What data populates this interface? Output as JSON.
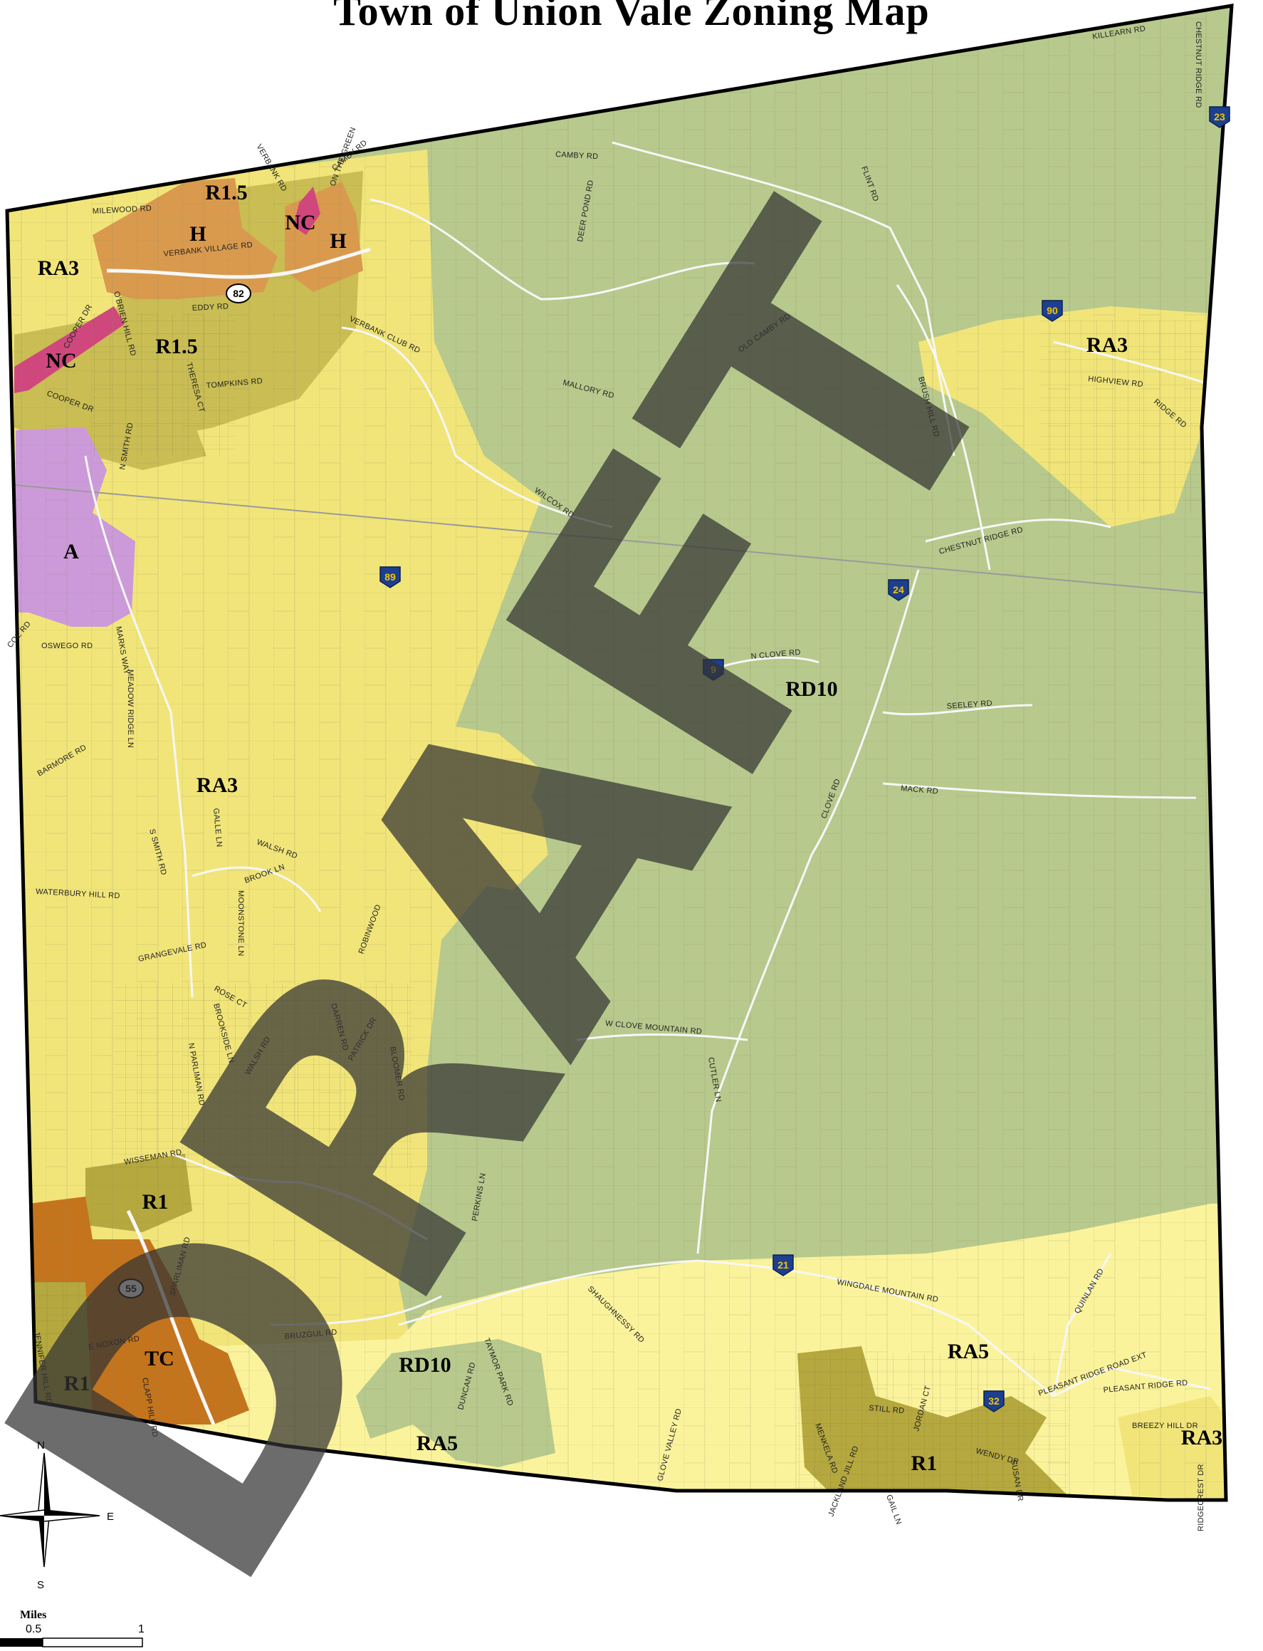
{
  "title": "Town of Union Vale Zoning Map",
  "colors": {
    "RD10": "#b7c98d",
    "RA3": "#f1e57a",
    "RA5": "#fbf39c",
    "R1.5": "#c9bd54",
    "R1": "#b5a83e",
    "H": "#d99a4e",
    "NC": "#d0477e",
    "A": "#cc9ad9",
    "TC": "#c4741d",
    "boundary": "#000000",
    "parcel": "#7a7a52",
    "road": "#f4f4f4"
  },
  "zones": [
    {
      "code": "RA3"
    },
    {
      "code": "R1.5"
    },
    {
      "code": "H"
    },
    {
      "code": "NC"
    },
    {
      "code": "H"
    },
    {
      "code": "NC"
    },
    {
      "code": "R1.5"
    },
    {
      "code": "RA3"
    },
    {
      "code": "A"
    },
    {
      "code": "RA3"
    },
    {
      "code": "RD10"
    },
    {
      "code": "R1"
    },
    {
      "code": "TC"
    },
    {
      "code": "R1"
    },
    {
      "code": "RD10"
    },
    {
      "code": "RA5"
    },
    {
      "code": "RA5"
    },
    {
      "code": "R1"
    },
    {
      "code": "RA3"
    }
  ],
  "roads": [
    "KILLEARN RD",
    "CHESTNUT RIDGE RD",
    "CAMBY RD",
    "VERBANK RD",
    "CAMBY RD",
    "MILEWOOD RD",
    "ON THE GREEN",
    "VERBANK VILLAGE RD",
    "EDDY RD",
    "O'BRIEN HILL RD",
    "COOPER DR",
    "COOPER DR",
    "THERESA CT",
    "TOMPKINS RD",
    "VERBANK CLUB RD",
    "DEER POND RD",
    "FLINT RD",
    "OLD CAMBY RD",
    "MALLORY RD",
    "BRUSH HILL RD",
    "HIGHVIEW RD",
    "RIDGE RD",
    "CHESTNUT RIDGE RD",
    "WILCOX RD",
    "N SMITH RD",
    "COE RD",
    "OSWEGO RD",
    "MARKS WAY",
    "MEADOW RIDGE LN",
    "N CLOVE RD",
    "SEELEY RD",
    "BARMORE RD",
    "MACK RD",
    "CLOVE RD",
    "GALLE LN",
    "WALSH RD",
    "S SMITH RD",
    "WATERBURY HILL RD",
    "MOONSTONE LN",
    "BROOK LN",
    "ROBINWOOD",
    "GRANGEVALE RD",
    "ROSE CT",
    "BROOKSIDE LN",
    "DARREN RD",
    "PATRICK DR",
    "WALSH RD",
    "N PARLIMAN RD",
    "BLOOMER RD",
    "W CLOVE MOUNTAIN RD",
    "CUTLER LN",
    "WISSEMAN RD",
    "PERKINS LN",
    "SPARLIMAN RD",
    "SHAUGHNESSY RD",
    "WINGDALE MOUNTAIN RD",
    "QUINLAN RD",
    "BRUZGUL RD",
    "TAYMOR PARK RD",
    "JENNIFER HILL RD",
    "E NOXON RD",
    "CLAPP HILL RD",
    "DUNCAN RD",
    "GLOVE VALLEY RD",
    "STILL RD",
    "JORDAN CT",
    "MENKELA RD",
    "WENDY DR",
    "SUSAN DR",
    "PLEASANT RIDGE ROAD EXT",
    "PLEASANT RIDGE RD",
    "BREEZY HILL DR",
    "RIDGECREST DR",
    "JACKLAND JILL RD",
    "GAIL LN"
  ],
  "routes": [
    {
      "number": "82",
      "type": "state"
    },
    {
      "number": "89",
      "type": "county"
    },
    {
      "number": "9",
      "type": "county"
    },
    {
      "number": "24",
      "type": "county"
    },
    {
      "number": "90",
      "type": "county"
    },
    {
      "number": "23",
      "type": "county"
    },
    {
      "number": "21",
      "type": "county"
    },
    {
      "number": "32",
      "type": "county"
    },
    {
      "number": "55",
      "type": "state"
    }
  ],
  "watermark": "DRAFT",
  "compass": {
    "n": "N",
    "e": "E",
    "s": "S"
  },
  "scale": {
    "title": "Miles",
    "mid": "0.5",
    "end": "1"
  }
}
